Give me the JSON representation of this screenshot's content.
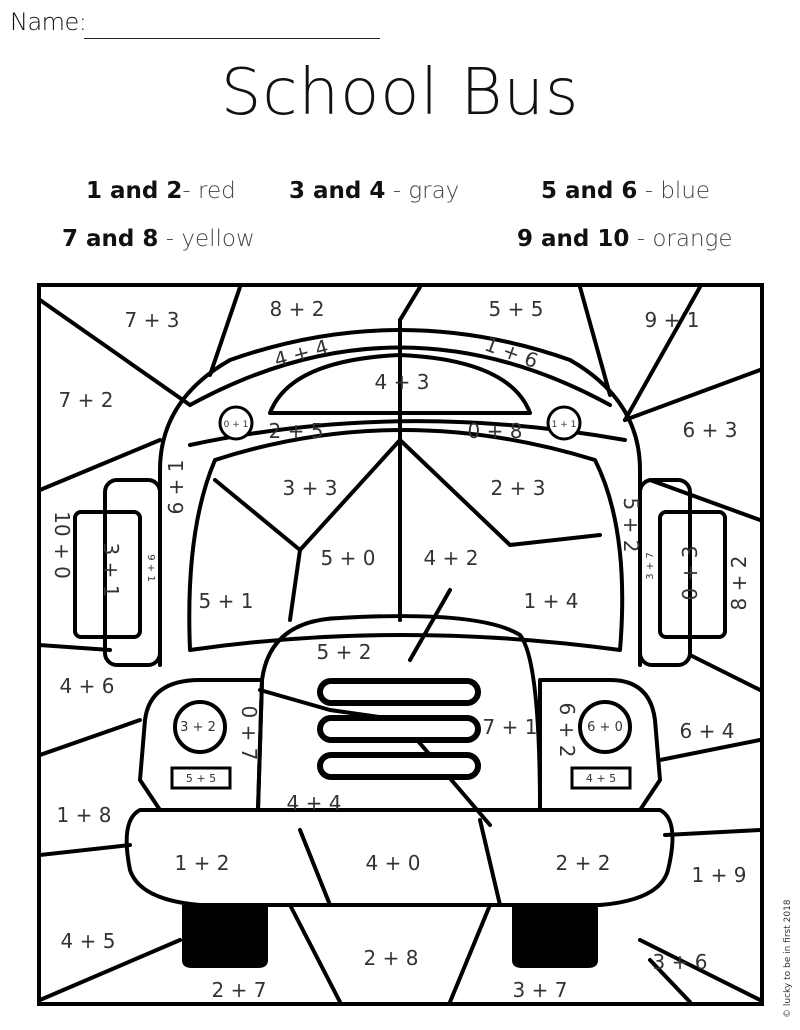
{
  "header": {
    "name_label": "Name:"
  },
  "title": "School Bus",
  "key": [
    {
      "nums": "1 and 2",
      "sep": "-",
      "color": "red"
    },
    {
      "nums": "3 and 4",
      "sep": " -",
      "color": "gray"
    },
    {
      "nums": "5 and 6",
      "sep": " -",
      "color": "blue"
    },
    {
      "nums": "7 and 8",
      "sep": " -",
      "color": "yellow"
    },
    {
      "nums": "9 and 10",
      "sep": " -",
      "color": "orange"
    }
  ],
  "problems": [
    "7 + 3",
    "8 + 2",
    "5 + 5",
    "9 + 1",
    "7 + 2",
    "4 + 4",
    "4 + 3",
    "1 + 6",
    "6 + 3",
    "0 + 1",
    "1 + 1",
    "2 + 5",
    "0 + 8",
    "6 + 1",
    "3 + 3",
    "2 + 3",
    "5 + 2",
    "10 + 0",
    "3 + 1",
    "9 + 1",
    "5 + 0",
    "4 + 2",
    "3 + 7",
    "0 + 3",
    "8 + 2",
    "5 + 1",
    "1 + 4",
    "5 + 2",
    "4 + 6",
    "3 + 2",
    "0 + 7",
    "7 + 1",
    "6 + 2",
    "6 + 0",
    "6 + 4",
    "5 + 5",
    "4 + 5",
    "1 + 8",
    "4 + 4",
    "1 + 2",
    "4 + 0",
    "2 + 2",
    "1 + 9",
    "4 + 5",
    "2 + 8",
    "3 + 6",
    "2 + 7",
    "3 + 7"
  ],
  "copyright": "© lucky to be in first 2018"
}
